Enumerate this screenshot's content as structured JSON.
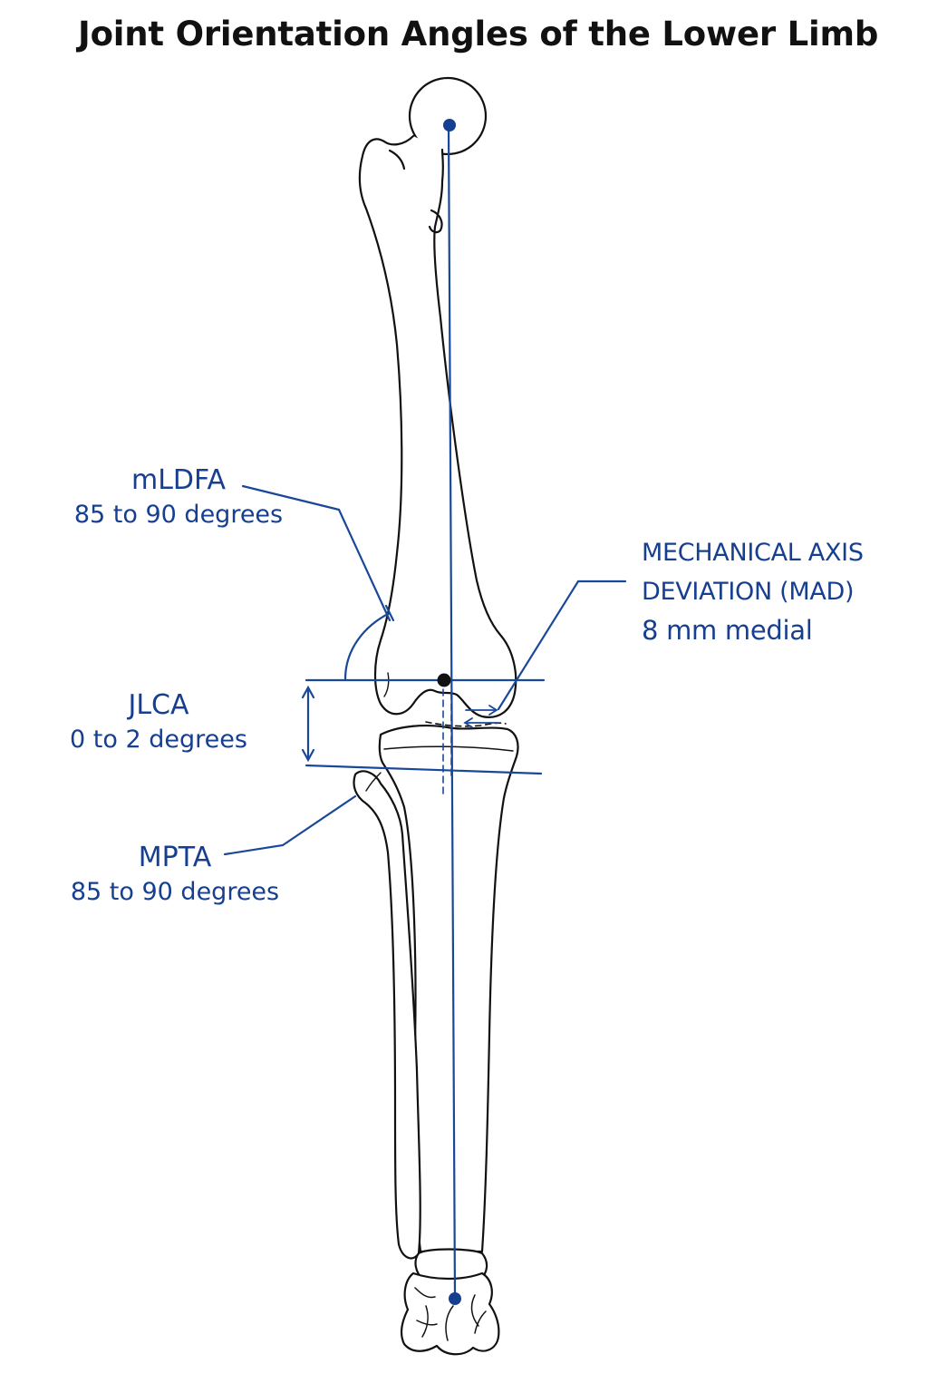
{
  "title": "Joint Orientation Angles of the Lower Limb",
  "colors": {
    "annotation": "#173f8f",
    "axis_line": "#1a4899",
    "bone_outline": "#111111",
    "background": "#ffffff"
  },
  "labels": {
    "mldfa": {
      "name": "mLDFA",
      "value": "85 to 90 degrees"
    },
    "jlca": {
      "name": "JLCA",
      "value": "0 to 2 degrees"
    },
    "mpta": {
      "name": "MPTA",
      "value": "85 to 90 degrees"
    },
    "mad": {
      "line1": "MECHANICAL AXIS",
      "line2": "DEVIATION (MAD)",
      "value": "8 mm medial"
    }
  }
}
